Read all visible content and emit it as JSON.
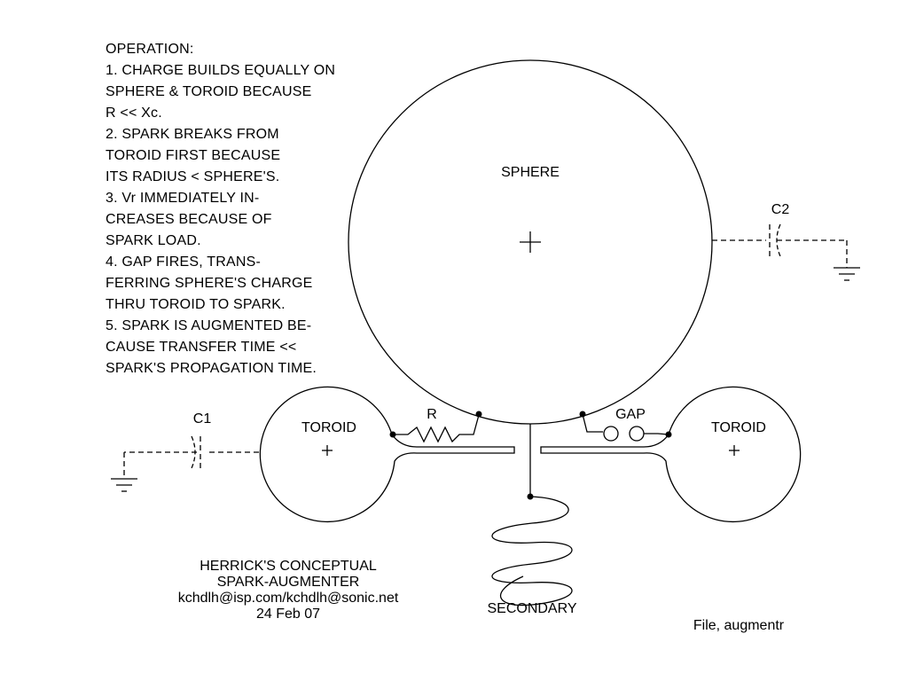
{
  "notes": {
    "heading": "OPERATION:",
    "lines": [
      "1. CHARGE BUILDS EQUALLY ON",
      "SPHERE & TOROID BECAUSE",
      "R << Xc.",
      "2. SPARK BREAKS FROM",
      "TOROID FIRST BECAUSE",
      "ITS RADIUS < SPHERE'S.",
      "3. Vr IMMEDIATELY IN-",
      "CREASES BECAUSE OF",
      "SPARK LOAD.",
      "4. GAP FIRES, TRANS-",
      "FERRING SPHERE'S CHARGE",
      "THRU TOROID TO SPARK.",
      "5. SPARK IS AUGMENTED BE-",
      "CAUSE TRANSFER TIME <<",
      "SPARK'S PROPAGATION TIME."
    ]
  },
  "labels": {
    "sphere": "SPHERE",
    "toroid_left": "TOROID",
    "toroid_right": "TOROID",
    "resistor": "R",
    "gap": "GAP",
    "c1": "C1",
    "c2": "C2",
    "secondary": "SECONDARY"
  },
  "credits": {
    "line1": "HERRICK'S CONCEPTUAL",
    "line2": "SPARK-AUGMENTER",
    "line3": "kchdlh@isp.com/kchdlh@sonic.net",
    "line4": "24 Feb 07"
  },
  "file_label": "File, augmentr"
}
